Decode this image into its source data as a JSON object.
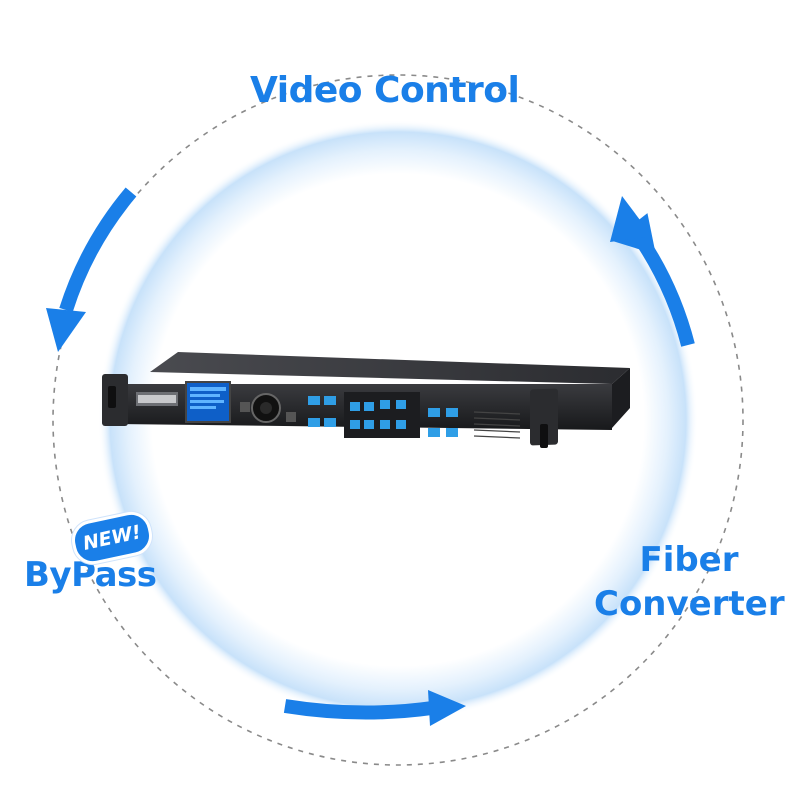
{
  "labels": {
    "video_control": "Video Control",
    "bypass": "ByPass",
    "new_badge": "NEW!",
    "fiber_line1": "Fiber",
    "fiber_line2": "Converter"
  },
  "colors": {
    "accent": "#1a7fe8",
    "dashed_ring": "#8a8a8a",
    "glow": "#cfe6fb",
    "device_body": "#2a2b2e",
    "screen": "#1d6fd6",
    "button": "#3aa0e0"
  },
  "device": {
    "icon": "video-processor-device-icon"
  }
}
